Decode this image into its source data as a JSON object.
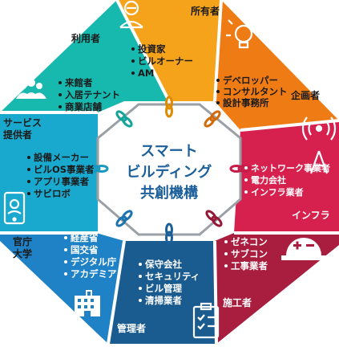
{
  "center": {
    "lines": [
      "スマート",
      "ビルディング",
      "共創機構"
    ]
  },
  "segments": [
    {
      "id": "owner",
      "title": [
        "所有者"
      ],
      "items": [
        "投資家",
        "ビルオーナー",
        "AM"
      ],
      "color": "#F5A31A",
      "icon": "manager-person-icon"
    },
    {
      "id": "planner",
      "title": [
        "企画者"
      ],
      "items": [
        "デベロッパー",
        "コンサルタント",
        "設計事務所"
      ],
      "color": "#EE7B14",
      "icon": "lightbulb-icon"
    },
    {
      "id": "infra",
      "title": [
        "インフラ"
      ],
      "items": [
        "ネットワーク事業者",
        "電力会社",
        "インフラ業者"
      ],
      "color": "#D6214F",
      "icon": "radio-tower-icon"
    },
    {
      "id": "construction",
      "title": [
        "施工者"
      ],
      "items": [
        "ゼネコン",
        "サブコン",
        "工事業者"
      ],
      "color": "#A91D3E",
      "icon": "hard-hat-icon"
    },
    {
      "id": "manager",
      "title": [
        "管理者"
      ],
      "items": [
        "保守会社",
        "セキュリティ",
        "ビル管理",
        "清掃業者"
      ],
      "color": "#1B5C90",
      "icon": "clipboard-checklist-icon"
    },
    {
      "id": "gov",
      "title": [
        "官庁",
        "大学"
      ],
      "items": [
        "経産省",
        "国交省",
        "デジタル庁",
        "アカデミア"
      ],
      "color": "#1F82C6",
      "icon": "building-icon"
    },
    {
      "id": "service",
      "title": [
        "サービス",
        "提供者"
      ],
      "items": [
        "設備メーカー",
        "ビルOS事業者",
        "アプリ事業者",
        "サビロボ"
      ],
      "color": "#1AA9CE",
      "icon": "smartphone-icon"
    },
    {
      "id": "user",
      "title": [
        "利用者"
      ],
      "items": [
        "来館者",
        "入居テナント",
        "商業店舗"
      ],
      "color": "#17B8AE",
      "icon": "people-group-icon"
    }
  ]
}
